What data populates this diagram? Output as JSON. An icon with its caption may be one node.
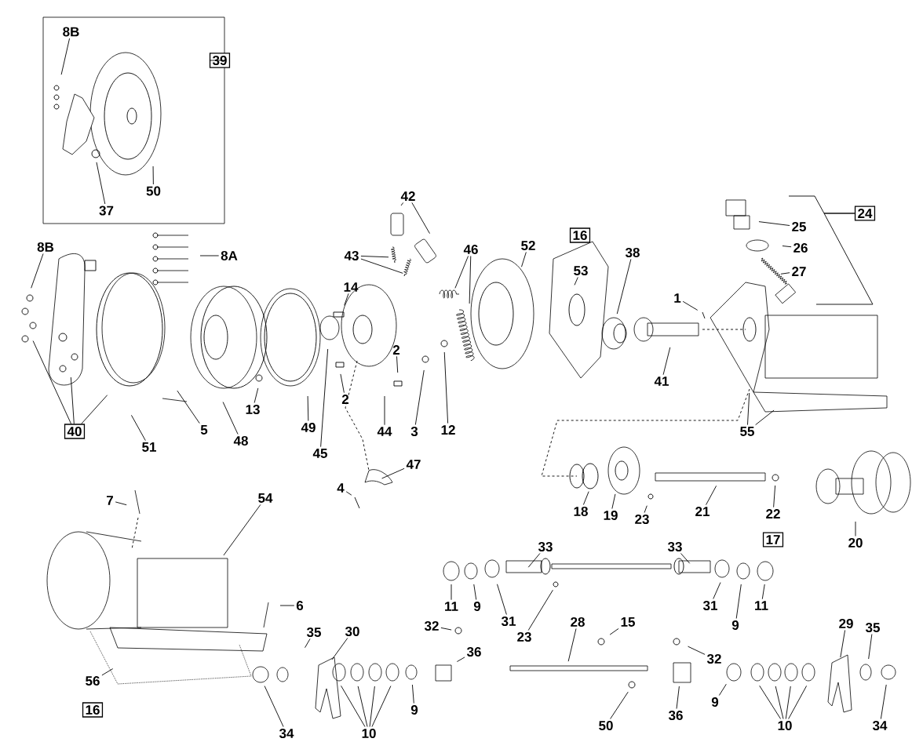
{
  "diagram": {
    "nodes": [
      {
        "text": [],
        "shape": "box"
      },
      {
        "text": [
          "8B"
        ],
        "in": 0
      },
      {
        "text": [
          "50"
        ],
        "in": 0
      },
      {
        "text": [
          "37"
        ],
        "in": 0
      },
      {
        "text": [
          "39"
        ]
      },
      {
        "text": [
          "8B"
        ]
      },
      {
        "text": [
          "8A"
        ]
      },
      {
        "text": [
          "40"
        ]
      },
      {
        "text": [
          "51"
        ]
      },
      {
        "text": [
          "5"
        ]
      },
      {
        "text": [
          "48"
        ]
      },
      {
        "text": [
          "13"
        ]
      },
      {
        "text": [
          "49"
        ]
      },
      {
        "text": [
          "45"
        ]
      },
      {
        "text": [
          "14"
        ]
      },
      {
        "text": [
          "2"
        ]
      },
      {
        "text": [
          "44"
        ]
      },
      {
        "text": [
          "2"
        ]
      },
      {
        "text": [
          "3"
        ]
      },
      {
        "text": [
          "12"
        ]
      },
      {
        "text": [
          "42"
        ]
      },
      {
        "text": [
          "43"
        ]
      },
      {
        "text": [
          "46"
        ]
      },
      {
        "text": [
          "4"
        ]
      },
      {
        "text": [
          "47"
        ]
      },
      {
        "text": [
          "52"
        ]
      },
      {
        "text": [
          "16"
        ]
      },
      {
        "text": [
          "53"
        ]
      },
      {
        "text": [
          "38"
        ]
      },
      {
        "text": [
          "1"
        ]
      },
      {
        "text": [
          "41"
        ]
      },
      {
        "text": [
          "24"
        ]
      },
      {
        "text": [
          "25"
        ]
      },
      {
        "text": [
          "26"
        ]
      },
      {
        "text": [
          "27"
        ]
      },
      {
        "text": [
          "55"
        ]
      },
      {
        "text": [
          "18"
        ]
      },
      {
        "text": [
          "19"
        ]
      },
      {
        "text": [
          "23"
        ]
      },
      {
        "text": [
          "21"
        ]
      },
      {
        "text": [
          "22"
        ]
      },
      {
        "text": [
          "17"
        ]
      },
      {
        "text": [
          "20"
        ]
      },
      {
        "text": [
          "54"
        ]
      },
      {
        "text": [
          "7"
        ]
      },
      {
        "text": [
          "33"
        ]
      },
      {
        "text": [
          "33"
        ]
      },
      {
        "text": [
          "11"
        ]
      },
      {
        "text": [
          "9"
        ]
      },
      {
        "text": [
          "31"
        ]
      },
      {
        "text": [
          "23"
        ]
      },
      {
        "text": [
          "31"
        ]
      },
      {
        "text": [
          "9"
        ]
      },
      {
        "text": [
          "11"
        ]
      },
      {
        "text": [
          "6"
        ]
      },
      {
        "text": [
          "32"
        ]
      },
      {
        "text": [
          "36"
        ]
      },
      {
        "text": [
          "15"
        ]
      },
      {
        "text": [
          "28"
        ]
      },
      {
        "text": [
          "32"
        ]
      },
      {
        "text": [
          "35"
        ]
      },
      {
        "text": [
          "30"
        ]
      },
      {
        "text": [
          "56"
        ]
      },
      {
        "text": [
          "16"
        ]
      },
      {
        "text": [
          "34"
        ]
      },
      {
        "text": [
          "10"
        ]
      },
      {
        "text": [
          "9"
        ]
      },
      {
        "text": [
          "50"
        ]
      },
      {
        "text": [
          "36"
        ]
      },
      {
        "text": [
          "9"
        ]
      },
      {
        "text": [
          "10"
        ]
      },
      {
        "text": [
          "29"
        ]
      },
      {
        "text": [
          "35"
        ]
      },
      {
        "text": [
          "34"
        ]
      }
    ],
    "edges": [
      {
        "from": 4,
        "to": 0,
        "arrow": "none"
      },
      {
        "from": 1,
        "to": null,
        "arrow": "none"
      },
      {
        "from": 2,
        "to": null,
        "arrow": "none"
      },
      {
        "from": 3,
        "to": null,
        "arrow": "none"
      },
      {
        "from": 5,
        "to": null,
        "arrow": "none"
      },
      {
        "from": 6,
        "to": null,
        "arrow": "none"
      },
      {
        "from": 7,
        "to": null,
        "arrow": "none"
      },
      {
        "from": 7,
        "to": null,
        "arrow": "none"
      },
      {
        "from": 7,
        "to": null,
        "arrow": "none"
      },
      {
        "from": 8,
        "to": null,
        "arrow": "none"
      },
      {
        "from": 9,
        "to": null,
        "arrow": "none"
      },
      {
        "from": 10,
        "to": null,
        "arrow": "none"
      },
      {
        "from": 11,
        "to": null,
        "arrow": "none"
      },
      {
        "from": 12,
        "to": null,
        "arrow": "none"
      },
      {
        "from": 13,
        "to": null,
        "arrow": "none"
      },
      {
        "from": 14,
        "to": null,
        "arrow": "none"
      },
      {
        "from": 15,
        "to": null,
        "arrow": "none"
      },
      {
        "from": 16,
        "to": null,
        "arrow": "none"
      },
      {
        "from": 17,
        "to": null,
        "arrow": "none"
      },
      {
        "from": 18,
        "to": null,
        "arrow": "none"
      },
      {
        "from": 19,
        "to": null,
        "arrow": "none"
      },
      {
        "from": 20,
        "to": null,
        "arrow": "none"
      },
      {
        "from": 20,
        "to": null,
        "arrow": "none"
      },
      {
        "from": 21,
        "to": null,
        "arrow": "none"
      },
      {
        "from": 21,
        "to": null,
        "arrow": "none"
      },
      {
        "from": 22,
        "to": null,
        "arrow": "none"
      },
      {
        "from": 22,
        "to": null,
        "arrow": "none"
      },
      {
        "from": 23,
        "to": null,
        "arrow": "none"
      },
      {
        "from": 24,
        "to": null,
        "arrow": "none"
      },
      {
        "from": 25,
        "to": null,
        "arrow": "none"
      },
      {
        "from": 27,
        "to": null,
        "arrow": "none"
      },
      {
        "from": 28,
        "to": null,
        "arrow": "none"
      },
      {
        "from": 29,
        "to": null,
        "arrow": "none"
      },
      {
        "from": 30,
        "to": null,
        "arrow": "none"
      },
      {
        "from": 31,
        "to": null,
        "arrow": "none"
      },
      {
        "from": 31,
        "to": null,
        "arrow": "none"
      },
      {
        "from": 32,
        "to": null,
        "arrow": "none"
      },
      {
        "from": 33,
        "to": null,
        "arrow": "none"
      },
      {
        "from": 34,
        "to": null,
        "arrow": "none"
      },
      {
        "from": 35,
        "to": null,
        "arrow": "none"
      },
      {
        "from": 35,
        "to": null,
        "arrow": "none"
      },
      {
        "from": 36,
        "to": null,
        "arrow": "none"
      },
      {
        "from": 37,
        "to": null,
        "arrow": "none"
      },
      {
        "from": 38,
        "to": null,
        "arrow": "none"
      },
      {
        "from": 39,
        "to": null,
        "arrow": "none"
      },
      {
        "from": 40,
        "to": null,
        "arrow": "none"
      },
      {
        "from": 42,
        "to": null,
        "arrow": "none"
      },
      {
        "from": 43,
        "to": null,
        "arrow": "none"
      },
      {
        "from": 44,
        "to": null,
        "arrow": "none"
      },
      {
        "from": 45,
        "to": null,
        "arrow": "none"
      },
      {
        "from": 46,
        "to": null,
        "arrow": "none"
      },
      {
        "from": 47,
        "to": null,
        "arrow": "none"
      },
      {
        "from": 48,
        "to": null,
        "arrow": "none"
      },
      {
        "from": 49,
        "to": null,
        "arrow": "none"
      },
      {
        "from": 50,
        "to": null,
        "arrow": "none"
      },
      {
        "from": 51,
        "to": null,
        "arrow": "none"
      },
      {
        "from": 52,
        "to": null,
        "arrow": "none"
      },
      {
        "from": 53,
        "to": null,
        "arrow": "none"
      },
      {
        "from": 54,
        "to": null,
        "arrow": "none"
      },
      {
        "from": 55,
        "to": null,
        "arrow": "none"
      },
      {
        "from": 56,
        "to": null,
        "arrow": "none"
      },
      {
        "from": 57,
        "to": null,
        "arrow": "none"
      },
      {
        "from": 58,
        "to": null,
        "arrow": "none"
      },
      {
        "from": 59,
        "to": null,
        "arrow": "none"
      },
      {
        "from": 60,
        "to": null,
        "arrow": "none"
      },
      {
        "from": 61,
        "to": null,
        "arrow": "none"
      },
      {
        "from": 62,
        "to": null,
        "arrow": "none"
      },
      {
        "from": 64,
        "to": null,
        "arrow": "none"
      },
      {
        "from": 65,
        "to": null,
        "arrow": "none"
      },
      {
        "from": 65,
        "to": null,
        "arrow": "none"
      },
      {
        "from": 65,
        "to": null,
        "arrow": "none"
      },
      {
        "from": 65,
        "to": null,
        "arrow": "none"
      },
      {
        "from": 66,
        "to": null,
        "arrow": "none"
      },
      {
        "from": 67,
        "to": null,
        "arrow": "none"
      },
      {
        "from": 68,
        "to": null,
        "arrow": "none"
      },
      {
        "from": 69,
        "to": null,
        "arrow": "none"
      },
      {
        "from": 70,
        "to": null,
        "arrow": "none"
      },
      {
        "from": 70,
        "to": null,
        "arrow": "none"
      },
      {
        "from": 70,
        "to": null,
        "arrow": "none"
      },
      {
        "from": 70,
        "to": null,
        "arrow": "none"
      },
      {
        "from": 71,
        "to": null,
        "arrow": "none"
      },
      {
        "from": 72,
        "to": null,
        "arrow": "none"
      },
      {
        "from": 73,
        "to": null,
        "arrow": "none"
      }
    ]
  }
}
